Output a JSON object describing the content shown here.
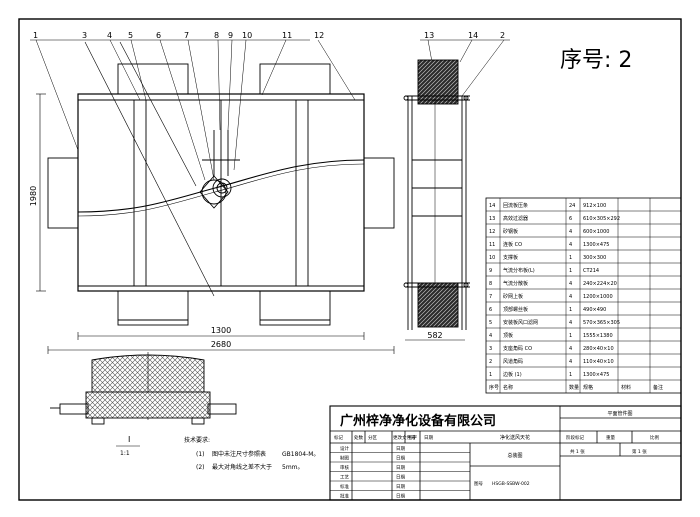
{
  "serial_number": "序号: 2",
  "company": "广州梓净净化设备有限公司",
  "callouts": [
    "1",
    "3",
    "4",
    "5",
    "6",
    "7",
    "8",
    "9",
    "10",
    "11",
    "12",
    "13",
    "14",
    "2"
  ],
  "dimensions": {
    "height": "1980",
    "inner_width": "1300",
    "total_width": "2680",
    "side_width": "582"
  },
  "section_label": "I",
  "scale": "1:1",
  "notes": {
    "title": "技术要求:",
    "items": [
      {
        "index": "(1)",
        "text": "图中未注尺寸参照表",
        "tail": "GB1804-M。"
      },
      {
        "index": "(2)",
        "text": "最大对角线之差不大于",
        "tail": "5mm。"
      }
    ]
  },
  "bom": {
    "headers": [
      "序号",
      "名称",
      "数量",
      "规格",
      "材料",
      "备注"
    ],
    "rows": [
      {
        "no": "14",
        "name": "回流板压条",
        "qty": "24",
        "spec": "912×100"
      },
      {
        "no": "13",
        "name": "高效过滤器",
        "qty": "6",
        "spec": "610×305×292"
      },
      {
        "no": "12",
        "name": "矽钢板",
        "qty": "4",
        "spec": "600×1000"
      },
      {
        "no": "11",
        "name": "连板 CO",
        "qty": "4",
        "spec": "1300×475"
      },
      {
        "no": "10",
        "name": "支撑板",
        "qty": "1",
        "spec": "300×300"
      },
      {
        "no": "9",
        "name": "气流分布板(L)",
        "qty": "1",
        "spec": "CT214"
      },
      {
        "no": "8",
        "name": "气流分散板",
        "qty": "4",
        "spec": "240×224×20"
      },
      {
        "no": "7",
        "name": "矽网上板",
        "qty": "4",
        "spec": "1200×1000"
      },
      {
        "no": "6",
        "name": "顶部螺丝板",
        "qty": "1",
        "spec": "490×490"
      },
      {
        "no": "5",
        "name": "安装板风口滤网",
        "qty": "4",
        "spec": "570×365×305"
      },
      {
        "no": "4",
        "name": "顶板",
        "qty": "1",
        "spec": "1555×1380"
      },
      {
        "no": "3",
        "name": "支座角码 CO",
        "qty": "4",
        "spec": "280×40×10"
      },
      {
        "no": "2",
        "name": "风道角码",
        "qty": "4",
        "spec": "110×40×10"
      },
      {
        "no": "1",
        "name": "边板 (1)",
        "qty": "1",
        "spec": "1300×475"
      }
    ]
  },
  "title_block": {
    "doc_name": "净化送风天花",
    "assembly": "总装图",
    "drawing_no": "HSGB-SSBW-002",
    "drawing_no_label": "图号",
    "drawing_type": "平面管件图",
    "plan_labels": [
      "阶段标记",
      "重量",
      "比例"
    ],
    "sheet_total": "共 1 张",
    "sheet_index": "第 1 张",
    "rev_headers": [
      "标记",
      "处数",
      "分区",
      "更改文件号",
      "签字",
      "日期"
    ],
    "roles": [
      {
        "role": "设计",
        "date_label": "日期"
      },
      {
        "role": "制图",
        "date_label": "日期"
      },
      {
        "role": "审核",
        "date_label": "日期"
      },
      {
        "role": "工艺",
        "date_label": "日期"
      },
      {
        "role": "标准",
        "date_label": "日期"
      },
      {
        "role": "批准",
        "date_label": "日期"
      }
    ]
  }
}
